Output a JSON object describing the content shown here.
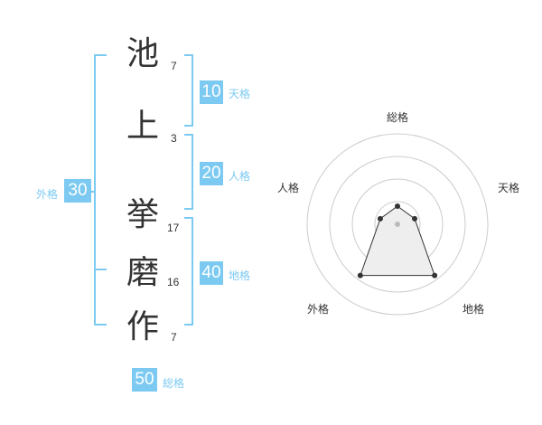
{
  "name": {
    "chars": [
      {
        "char": "池",
        "strokes": "7"
      },
      {
        "char": "上",
        "strokes": "3"
      },
      {
        "char": "挙",
        "strokes": "17"
      },
      {
        "char": "磨",
        "strokes": "16"
      },
      {
        "char": "作",
        "strokes": "7"
      }
    ]
  },
  "kaku": {
    "tenkaku": {
      "value": "10",
      "label": "天格"
    },
    "jinkaku": {
      "value": "20",
      "label": "人格"
    },
    "chikaku": {
      "value": "40",
      "label": "地格"
    },
    "gaikaku": {
      "value": "30",
      "label": "外格"
    },
    "soukaku": {
      "value": "50",
      "label": "総格"
    }
  },
  "colors": {
    "accent": "#7ccaf2",
    "text": "#333333",
    "ring": "#cccccc",
    "polygon_fill": "#eeeeee"
  },
  "chart_data": {
    "type": "radar",
    "axes": [
      "総格",
      "天格",
      "地格",
      "外格",
      "人格"
    ],
    "values": [
      0.2,
      0.2,
      0.7,
      0.7,
      0.2
    ],
    "rings": 4
  }
}
